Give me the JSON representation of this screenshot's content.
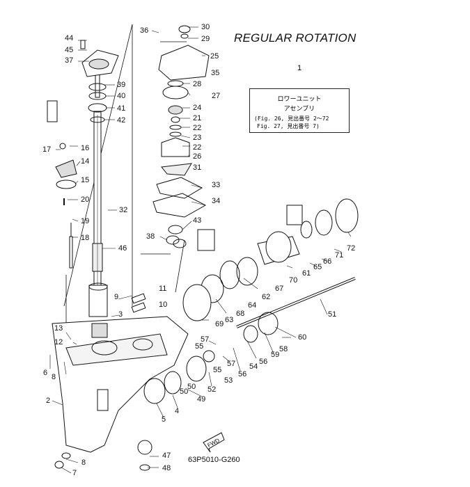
{
  "title": "REGULAR ROTATION",
  "callout": {
    "number": "1",
    "line1": "ロワーユニット",
    "line2": "アセンブリ",
    "line3": "(Fig. 26, 見出番号 2～72",
    "line4": "Fig. 27, 見出番号 7)"
  },
  "diagram_code": "63P5010-G260",
  "fwd_label": "FWD",
  "part_numbers": [
    "44",
    "45",
    "37",
    "36",
    "30",
    "29",
    "25",
    "35",
    "28",
    "27",
    "39",
    "40",
    "41",
    "42",
    "24",
    "21",
    "22",
    "23",
    "22",
    "26",
    "16",
    "17",
    "14",
    "15",
    "31",
    "20",
    "32",
    "33",
    "34",
    "19",
    "18",
    "43",
    "38",
    "46",
    "72",
    "71",
    "66",
    "65",
    "61",
    "70",
    "67",
    "62",
    "64",
    "68",
    "69",
    "63",
    "9",
    "11",
    "10",
    "3",
    "13",
    "12",
    "6",
    "8",
    "2",
    "51",
    "60",
    "58",
    "57",
    "55",
    "59",
    "56",
    "54",
    "57",
    "55",
    "56",
    "53",
    "52",
    "50",
    "50",
    "49",
    "4",
    "5",
    "47",
    "48",
    "8",
    "7"
  ]
}
